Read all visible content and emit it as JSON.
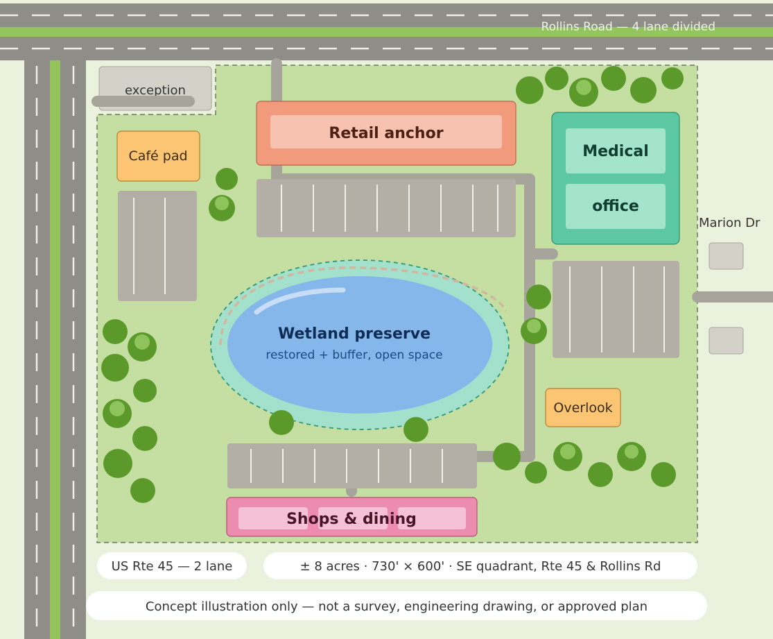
{
  "roads": {
    "rollins": "Rollins Road — 4 lane divided",
    "marion": "Marion Dr",
    "route45": "US Rte 45 — 2 lane"
  },
  "parcels": {
    "exception": "exception",
    "cafe_pad": "Café pad",
    "retail_anchor": "Retail anchor",
    "medical_line1": "Medical",
    "medical_line2": "office",
    "overlook": "Overlook",
    "shops_dining": "Shops & dining"
  },
  "wetland": {
    "title": "Wetland preserve",
    "subtitle": "restored + buffer, open space"
  },
  "site_info": "± 8 acres · 730' × 600' · SE quadrant, Rte 45 & Rollins Rd",
  "disclaimer": "Concept illustration only — not a survey, engineering drawing, or approved plan",
  "colors": {
    "background": "#eaf2de",
    "site_grass": "#c5dfa3",
    "road": "#8e8d87",
    "median": "#94c45c",
    "parking": "#b3afa7",
    "retail_anchor": "#f19a7c",
    "medical": "#5cc9a4",
    "cafe_overlook": "#fbc574",
    "shops": "#ec8daf",
    "wetland_water": "#86b7ea",
    "wetland_buffer": "#a3e1cd",
    "tree": "#5b9a2a"
  }
}
